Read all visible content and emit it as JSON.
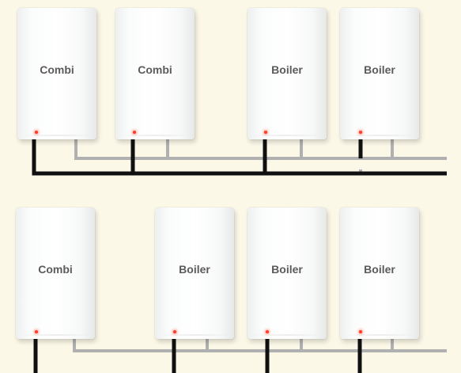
{
  "diagrams": [
    {
      "units": [
        {
          "label": "Combi"
        },
        {
          "label": "Combi"
        },
        {
          "label": "Boiler"
        },
        {
          "label": "Boiler"
        }
      ]
    },
    {
      "units": [
        {
          "label": "Combi"
        },
        {
          "label": "Boiler"
        },
        {
          "label": "Boiler"
        },
        {
          "label": "Boiler"
        }
      ]
    }
  ],
  "colors": {
    "background": "#fcf8e8",
    "black_pipe": "#101010",
    "grey_pipe": "#b0b0b0",
    "indicator_light": "#ff3a2a",
    "label_text": "#5b5b5b"
  }
}
